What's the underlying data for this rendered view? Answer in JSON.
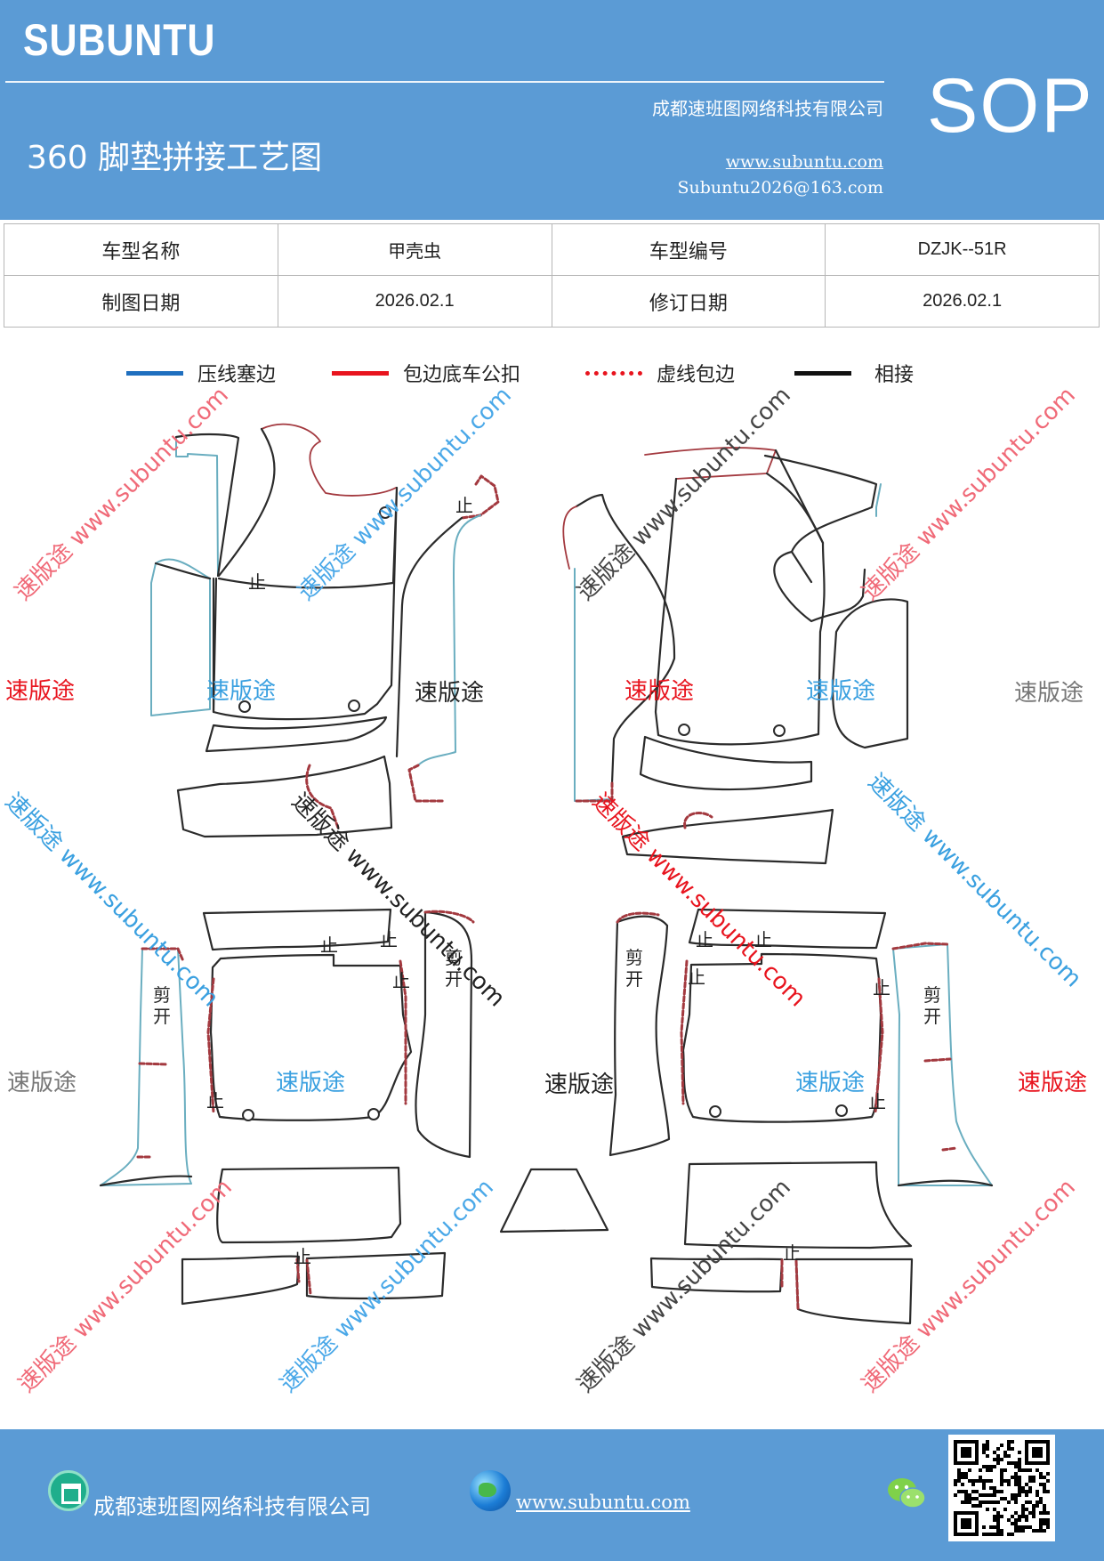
{
  "header": {
    "brand": "SUBUNTU",
    "title": "360 脚垫拼接工艺图",
    "company": "成都速班图网络科技有限公司",
    "website": "www.subuntu.com",
    "email": "Subuntu2026@163.com",
    "badge": "SOP"
  },
  "info_table": {
    "model_name_label": "车型名称",
    "model_name_value": "甲壳虫",
    "model_code_label": "车型编号",
    "model_code_value": "DZJK--51R",
    "draw_date_label": "制图日期",
    "draw_date_value": "2026.02.1",
    "revise_date_label": "修订日期",
    "revise_date_value": "2026.02.1"
  },
  "legend": [
    {
      "label": "压线塞边",
      "color": "#1f6fbf",
      "style": "solid"
    },
    {
      "label": "包边底车公扣",
      "color": "#e8141e",
      "style": "solid"
    },
    {
      "label": "虚线包边",
      "color": "#e8141e",
      "style": "dotted"
    },
    {
      "label": "相接",
      "color": "#111111",
      "style": "solid"
    }
  ],
  "diagram": {
    "piece_labels": {
      "stop": "止",
      "cut_top": "剪",
      "cut_bottom": "开"
    },
    "watermark_brand": "速版途",
    "watermark_site": "www.subuntu.com",
    "watermark_full": "速版途 www.subuntu.com"
  },
  "footer": {
    "company": "成都速班图网络科技有限公司",
    "website": "www.subuntu.com"
  },
  "colors": {
    "header_bg": "#5b9bd5",
    "outline": "#2b2b2b",
    "edge_blue": "#6aaec0",
    "edge_red": "#a3393f",
    "wm_red": "#e8141e",
    "wm_blue": "#3aa0e0",
    "wm_gray": "#777777"
  }
}
